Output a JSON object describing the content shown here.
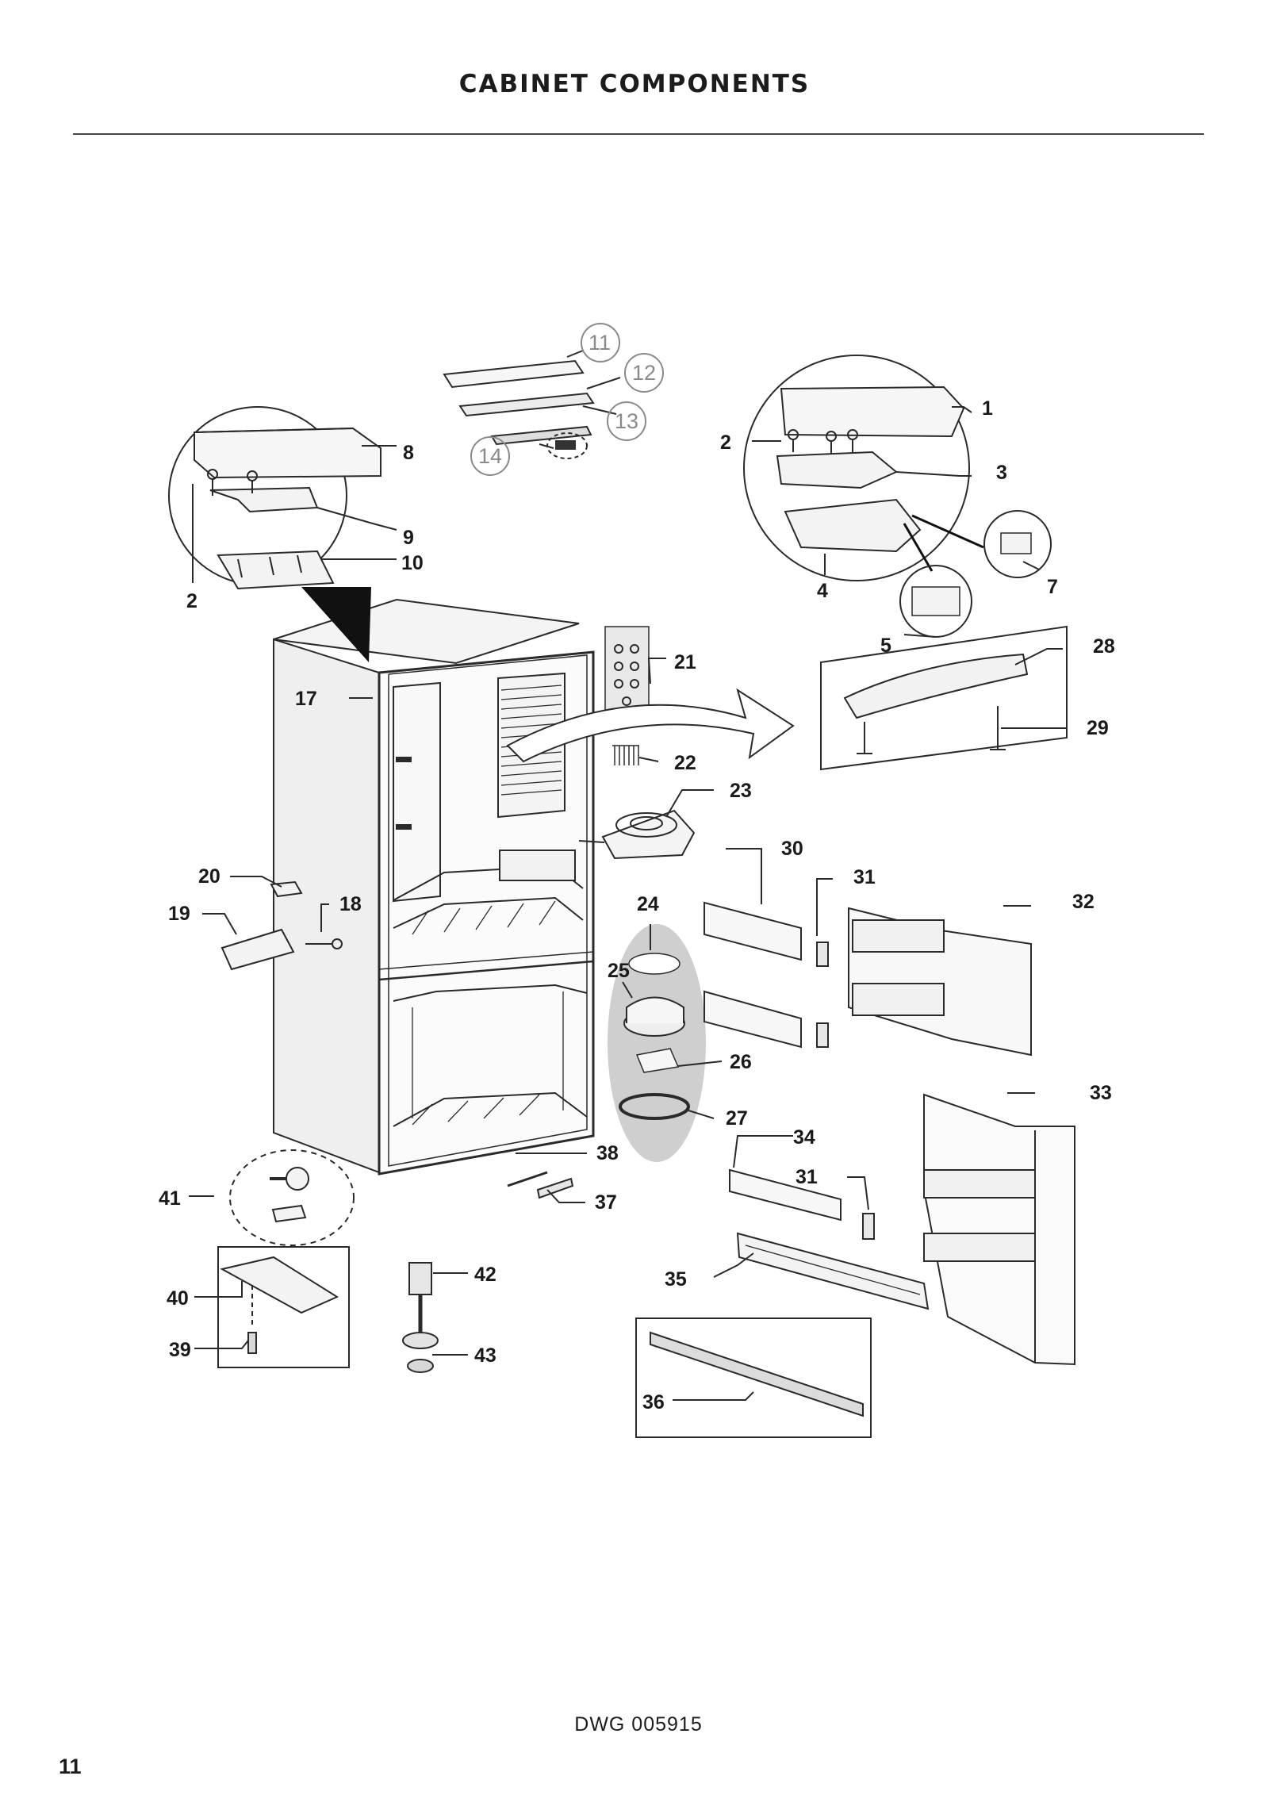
{
  "page": {
    "title": "CABINET COMPONENTS",
    "drawing_id": "DWG 005915",
    "page_number": "11"
  },
  "callouts": {
    "c1": "1",
    "c2a": "2",
    "c2b": "2",
    "c3": "3",
    "c4": "4",
    "c5": "5",
    "c7": "7",
    "c8": "8",
    "c9": "9",
    "c10": "10",
    "c11": "11",
    "c12": "12",
    "c13": "13",
    "c14": "14",
    "c17": "17",
    "c18": "18",
    "c19": "19",
    "c20": "20",
    "c21": "21",
    "c22": "22",
    "c23": "23",
    "c24": "24",
    "c25": "25",
    "c26": "26",
    "c27": "27",
    "c28": "28",
    "c29": "29",
    "c30": "30",
    "c31a": "31",
    "c31b": "31",
    "c32": "32",
    "c33": "33",
    "c34": "34",
    "c35": "35",
    "c36": "36",
    "c37": "37",
    "c38": "38",
    "c39": "39",
    "c40": "40",
    "c41": "41",
    "c42": "42",
    "c43": "43"
  },
  "colors": {
    "line": "#2a2a2a",
    "callout_circle": "#8a8a8a",
    "highlight_oval": "#cfcfcf"
  }
}
